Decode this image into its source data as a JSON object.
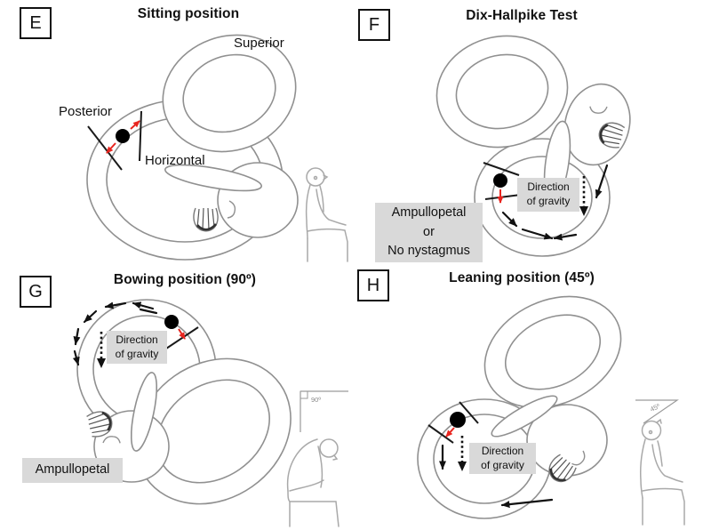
{
  "figure": {
    "description": "Four-panel schematic of the right labyrinth (semicircular canals) with otoconia position, endolymph flow arrows and gravity direction in different head positions",
    "colors": {
      "background": "#ffffff",
      "canal_stroke": "#909090",
      "person_stroke": "#a9a9a9",
      "ink_black": "#111111",
      "displacement_red": "#e8251f",
      "label_box_bg": "#d9d9d9"
    },
    "panels": {
      "e": {
        "letter": "E",
        "title": "Sitting position",
        "label_superior": "Superior",
        "label_posterior": "Posterior",
        "label_horizontal": "Horizontal"
      },
      "f": {
        "letter": "F",
        "title": "Dix-Hallpike Test",
        "gravity_line1": "Direction",
        "gravity_line2": "of gravity",
        "result_line1": "Ampullopetal",
        "result_line2": "or",
        "result_line3": "No nystagmus"
      },
      "g": {
        "letter": "G",
        "title": "Bowing position (90º)",
        "gravity_line1": "Direction",
        "gravity_line2": "of gravity",
        "result_line1": "Ampullopetal",
        "angle_label": "90º"
      },
      "h": {
        "letter": "H",
        "title": "Leaning position (45º)",
        "gravity_line1": "Direction",
        "gravity_line2": "of gravity",
        "angle_label": "45º"
      }
    }
  }
}
